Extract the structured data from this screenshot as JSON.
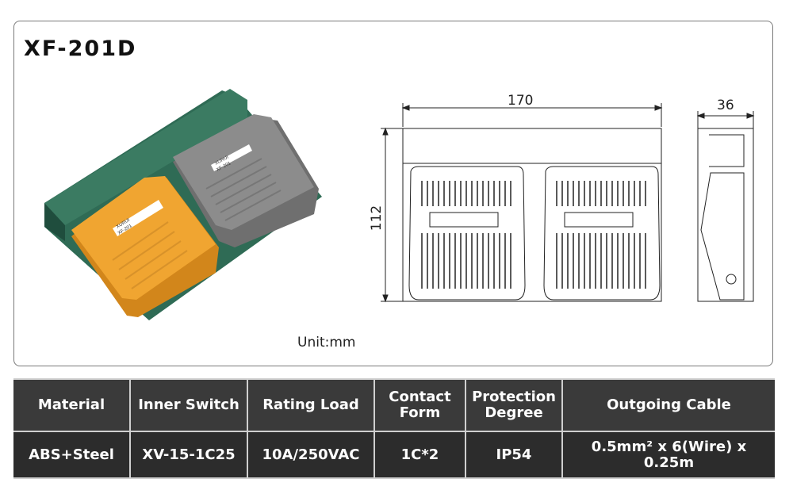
{
  "title": "XF-201D",
  "unit_label": "Unit:mm",
  "drawing": {
    "width_dim": "170",
    "height_dim": "112",
    "depth_dim": "36"
  },
  "photo": {
    "yellow_label_brand": "XURUI",
    "yellow_label_model": "XF-201",
    "grey_label_brand": "XURUI",
    "grey_label_model": "XF-201"
  },
  "specs": {
    "headers": [
      "Material",
      "Inner Switch",
      "Rating Load",
      "Contact Form",
      "Protection Degree",
      "Outgoing Cable"
    ],
    "values": [
      "ABS+Steel",
      "XV-15-1C25",
      "10A/250VAC",
      "1C*2",
      "IP54",
      "0.5mm² x 6(Wire) x 0.25m"
    ]
  },
  "colors": {
    "pedal_yellow": "#f0a531",
    "pedal_grey": "#8c8c8c",
    "base_green": "#2f6b55",
    "table_header": "#3a3a3a",
    "table_row": "#2c2c2c"
  }
}
